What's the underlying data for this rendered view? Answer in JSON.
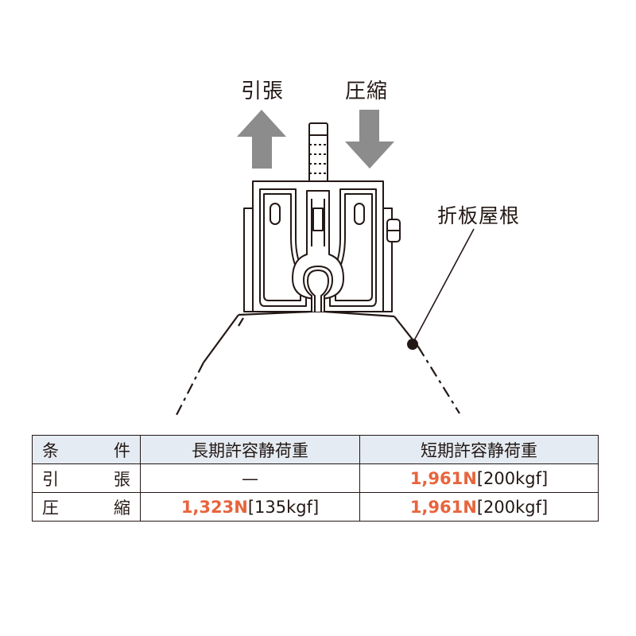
{
  "labels": {
    "tension": "引張",
    "compression": "圧縮",
    "folded_plate_roof": "折板屋根"
  },
  "colors": {
    "arrow": "#8c8c8c",
    "highlight": "#e8643c",
    "header_bg": "#e4ebf2",
    "line": "#231815"
  },
  "table": {
    "header": {
      "condition_a": "条",
      "condition_b": "件",
      "long_term": "長期許容静荷重",
      "short_term": "短期許容静荷重"
    },
    "rows": [
      {
        "condition_a": "引",
        "condition_b": "張",
        "long_term_n": "",
        "long_term_kgf": "—",
        "short_term_n": "1,961N",
        "short_term_kgf": "[200kgf]"
      },
      {
        "condition_a": "圧",
        "condition_b": "縮",
        "long_term_n": "1,323N",
        "long_term_kgf": "[135kgf]",
        "short_term_n": "1,961N",
        "short_term_kgf": "[200kgf]"
      }
    ]
  }
}
